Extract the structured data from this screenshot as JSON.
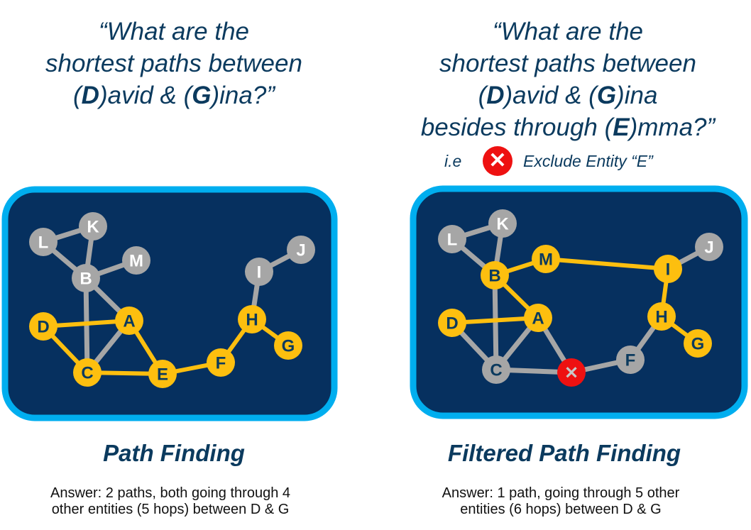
{
  "left": {
    "question": {
      "open": "“What are the",
      "line2": "shortest paths between",
      "d": "D",
      "avid": ")avid & (",
      "g": "G",
      "ina": ")ina?”"
    },
    "title": "Path Finding",
    "answer_line1": "Answer: 2 paths, both going through 4",
    "answer_line2": "other entities (5 hops) between D & G",
    "highlighted_nodes": [
      "D",
      "A",
      "C",
      "E",
      "F",
      "H",
      "G"
    ],
    "highlighted_edges": [
      [
        "D",
        "A"
      ],
      [
        "D",
        "C"
      ],
      [
        "A",
        "E"
      ],
      [
        "C",
        "E"
      ],
      [
        "E",
        "F"
      ],
      [
        "F",
        "H"
      ],
      [
        "H",
        "G"
      ]
    ]
  },
  "right": {
    "question": {
      "open": "“What are the",
      "line2": "shortest paths between",
      "d": "D",
      "avid": ")avid & (",
      "g": "G",
      "ina": ")ina",
      "line4a": "besides through (",
      "e": "E",
      "line4b": ")mma?”"
    },
    "ie": "i.e",
    "exclude_icon": "x-circle-icon",
    "exclude_label": "Exclude Entity “E”",
    "title": "Filtered Path Finding",
    "answer_line1": "Answer: 1 path, going through 5 other",
    "answer_line2": "entities (6 hops) between D & G",
    "highlighted_nodes": [
      "D",
      "A",
      "B",
      "M",
      "I",
      "H",
      "G"
    ],
    "excluded_nodes": [
      "E"
    ],
    "highlighted_edges": [
      [
        "D",
        "A"
      ],
      [
        "A",
        "B"
      ],
      [
        "B",
        "M"
      ],
      [
        "M",
        "I"
      ],
      [
        "I",
        "H"
      ],
      [
        "H",
        "G"
      ]
    ]
  },
  "graph": {
    "nodes": [
      "A",
      "B",
      "C",
      "D",
      "E",
      "F",
      "G",
      "H",
      "I",
      "J",
      "K",
      "L",
      "M"
    ],
    "edges": [
      [
        "L",
        "K"
      ],
      [
        "L",
        "B"
      ],
      [
        "K",
        "B"
      ],
      [
        "B",
        "M"
      ],
      [
        "B",
        "A"
      ],
      [
        "B",
        "C"
      ],
      [
        "D",
        "A"
      ],
      [
        "D",
        "C"
      ],
      [
        "A",
        "C"
      ],
      [
        "A",
        "E"
      ],
      [
        "C",
        "E"
      ],
      [
        "E",
        "F"
      ],
      [
        "F",
        "H"
      ],
      [
        "H",
        "G"
      ],
      [
        "H",
        "I"
      ],
      [
        "I",
        "J"
      ]
    ],
    "right_extra_edges": [
      [
        "M",
        "I"
      ]
    ]
  },
  "colors": {
    "panel": "#06305f",
    "border": "#00aeef",
    "highlight": "#fdbf0f",
    "node": "#a6a6a6",
    "excluded": "#ee1111",
    "text": "#0b3a5e"
  }
}
